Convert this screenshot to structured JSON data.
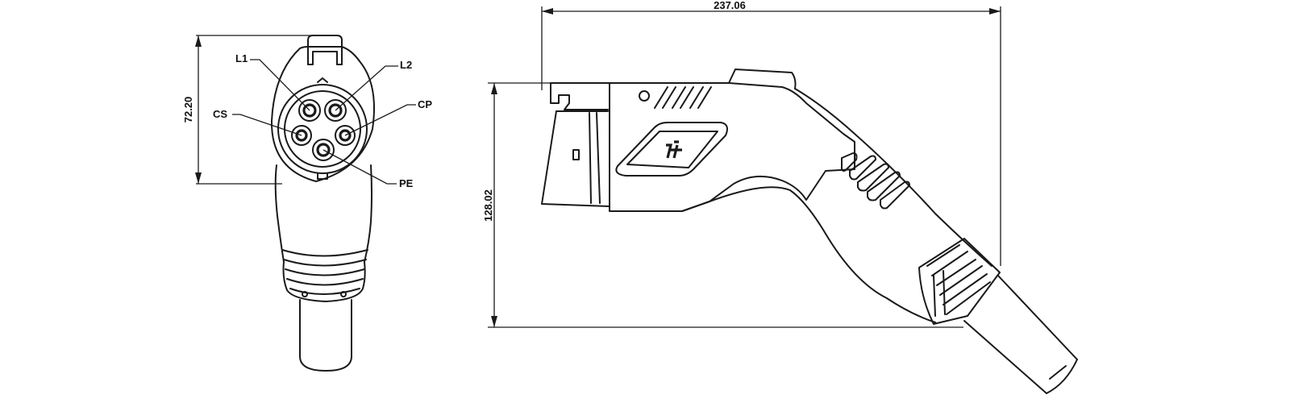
{
  "front_view": {
    "pin_labels": {
      "l1": "L1",
      "l2": "L2",
      "cs": "CS",
      "cp": "CP",
      "pe": "PE"
    },
    "height_dimension": "72.20"
  },
  "side_view": {
    "length_dimension": "237.06",
    "height_dimension": "128.02"
  },
  "colors": {
    "line": "#1a1a1a",
    "background": "#ffffff"
  }
}
